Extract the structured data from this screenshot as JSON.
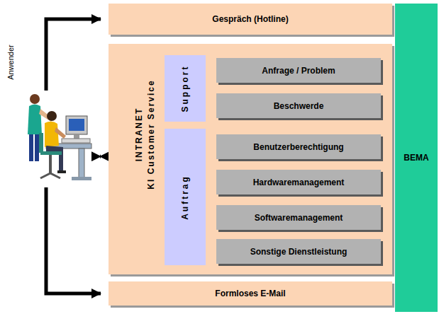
{
  "diagram": {
    "nodes": [
      {
        "text": [
          "Anwender"
        ]
      },
      {
        "text": [
          "Gespräch (Hotline)"
        ]
      },
      {
        "text": [
          "INTRANET",
          "KI Customer Service"
        ]
      },
      {
        "text": [
          "Support"
        ],
        "in": 2
      },
      {
        "text": [
          "Anfrage / Problem"
        ],
        "in": 2
      },
      {
        "text": [
          "Beschwerde"
        ],
        "in": 2
      },
      {
        "text": [
          "Auftrag"
        ],
        "in": 2
      },
      {
        "text": [
          "Benutzerberechtigung"
        ],
        "in": 2
      },
      {
        "text": [
          "Hardwaremanagement"
        ],
        "in": 2
      },
      {
        "text": [
          "Softwaremanagement"
        ],
        "in": 2
      },
      {
        "text": [
          "Sonstige Dienstleistung"
        ],
        "in": 2
      },
      {
        "text": [
          "Formloses E-Mail"
        ]
      },
      {
        "text": [
          "BEMA"
        ]
      }
    ],
    "edges": [
      {
        "from": 0,
        "to": 1,
        "arrow": "to"
      },
      {
        "from": 0,
        "to": 2,
        "arrow": "both"
      },
      {
        "from": 0,
        "to": 11,
        "arrow": "to"
      }
    ]
  }
}
